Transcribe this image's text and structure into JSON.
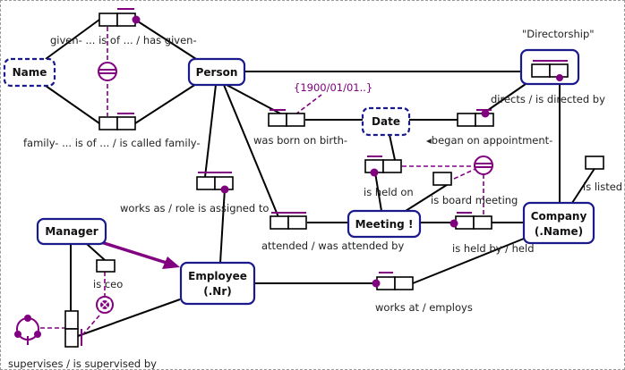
{
  "colors": {
    "entity_border": "#1a1a8c",
    "line": "#000000",
    "constraint": "#800080",
    "text": "#222222"
  },
  "entities": {
    "name": "Name",
    "person": "Person",
    "date": "Date",
    "meeting": "Meeting !",
    "company_line1": "Company",
    "company_line2": "(.Name)",
    "manager": "Manager",
    "employee_line1": "Employee",
    "employee_line2": "(.Nr)"
  },
  "objectified_name": "\"Directorship\"",
  "value_constraint": "{1900/01/01..}",
  "fact_labels": {
    "given_name": "given- ... is of ... / has given-",
    "family_name": "family- ... is of ... / is called family-",
    "born_on": "was born on birth-",
    "began_on": "◂began on appointment-",
    "directs": "directs / is directed by",
    "held_on": "is held on",
    "board_meeting": "is board meeting",
    "is_listed": "is listed",
    "works_as": "works as / role is assigned to",
    "attended": "attended / was attended by",
    "held_by": "is held by / held",
    "is_ceo": "is ceo",
    "works_at": "works at / employs",
    "supervises": "supervises / is supervised by"
  },
  "constraint_icons": [
    "equality-constraint-icon",
    "exclusion-constraint-icon",
    "ring-constraint-icon",
    "subtype-arrow-icon"
  ]
}
